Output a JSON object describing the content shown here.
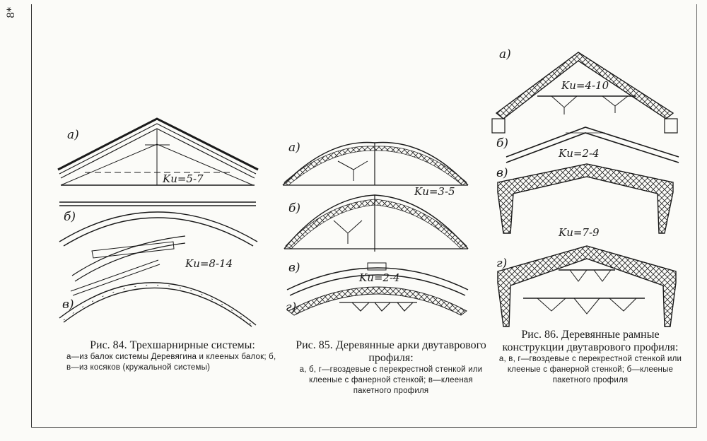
{
  "page_number": "8*",
  "fig84": {
    "labels": {
      "a": "а)",
      "b": "б)",
      "v": "в)"
    },
    "coef_a": "Kи=5-7",
    "coef_bv": "Kи=8-14",
    "caption_title": "Рис. 84. Трехшарнирные системы:",
    "caption_desc": "а—из балок системы Деревягина и клееных балок; б, в—из косяков (кружальной системы)"
  },
  "fig85": {
    "labels": {
      "a": "а)",
      "b": "б)",
      "v": "в)",
      "g": "г)"
    },
    "coef_ab": "Kи=3-5",
    "coef_vg": "Kи=2-4",
    "caption_title": "Рис. 85. Деревянные арки двутаврового профиля:",
    "caption_desc": "а, б, г—гвоздевые с перекрестной стенкой или клееные с фанерной стенкой; в—клееная пакетного профиля"
  },
  "fig86": {
    "labels": {
      "a": "а)",
      "b": "б)",
      "v": "в)",
      "g": "г)"
    },
    "coef_a": "Kи=4-10",
    "coef_b": "Kи=2-4",
    "coef_vg": "Kи=7-9",
    "caption_title": "Рис. 86. Деревянные рамные конструкции двутаврового профиля:",
    "caption_desc": "а, в, г—гвоздевые с перекрестной стенкой или клееные с фанерной стенкой; б—клееные пакетного профиля"
  }
}
